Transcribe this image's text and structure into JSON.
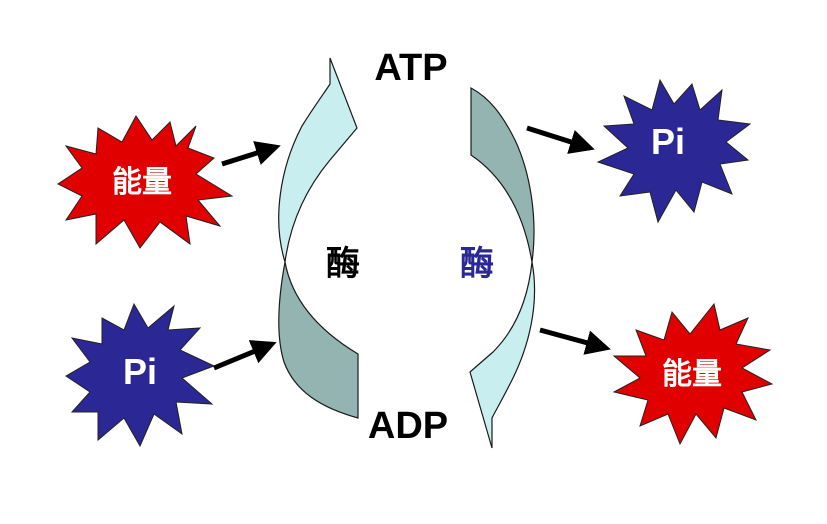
{
  "diagram": {
    "top_label": "ATP",
    "bottom_label": "ADP",
    "enzyme_left": "酶",
    "enzyme_right": "酶",
    "burst_energy_in": "能量",
    "burst_pi_in": "Pi",
    "burst_pi_out": "Pi",
    "burst_energy_out": "能量"
  },
  "colors": {
    "energy_burst": "#e00000",
    "pi_burst": "#2b2896",
    "burst_text": "#ffffff",
    "arrow_light": "#c9eef0",
    "arrow_dark": "#93b4b0",
    "enzyme_left_text": "#000000",
    "enzyme_right_text": "#2b2896",
    "connector": "#000000"
  }
}
